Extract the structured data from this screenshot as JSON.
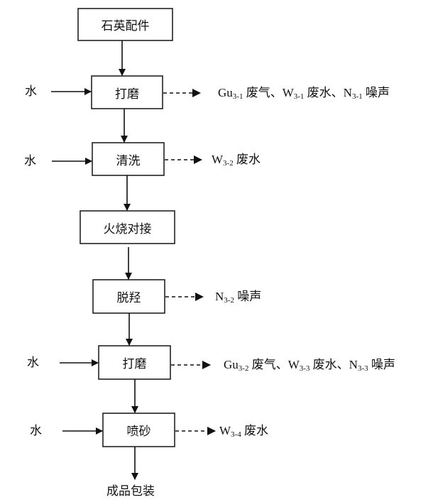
{
  "diagram": {
    "type": "process-flow",
    "steps": [
      {
        "id": "s1",
        "label": "石英配件"
      },
      {
        "id": "s2",
        "label": "打磨"
      },
      {
        "id": "s3",
        "label": "清洗"
      },
      {
        "id": "s4",
        "label": "火烧对接"
      },
      {
        "id": "s5",
        "label": "脱羟"
      },
      {
        "id": "s6",
        "label": "打磨"
      },
      {
        "id": "s7",
        "label": "喷砂"
      }
    ],
    "final_product": "成品包装",
    "inputs": [
      {
        "to": "s2",
        "label": "水"
      },
      {
        "to": "s3",
        "label": "水"
      },
      {
        "to": "s6",
        "label": "水"
      },
      {
        "to": "s7",
        "label": "水"
      }
    ],
    "outputs": [
      {
        "from": "s2",
        "items": [
          {
            "code": "Gu",
            "sub": "3-1",
            "name": "废气"
          },
          {
            "code": "W",
            "sub": "3-1",
            "name": "废水"
          },
          {
            "code": "N",
            "sub": "3-1",
            "name": "噪声"
          }
        ]
      },
      {
        "from": "s3",
        "items": [
          {
            "code": "W",
            "sub": "3-2",
            "name": "废水"
          }
        ]
      },
      {
        "from": "s5",
        "items": [
          {
            "code": "N",
            "sub": "3-2",
            "name": "噪声"
          }
        ]
      },
      {
        "from": "s6",
        "items": [
          {
            "code": "Gu",
            "sub": "3-2",
            "name": "废气"
          },
          {
            "code": "W",
            "sub": "3-3",
            "name": "废水"
          },
          {
            "code": "N",
            "sub": "3-3",
            "name": "噪声"
          }
        ]
      },
      {
        "from": "s7",
        "items": [
          {
            "code": "W",
            "sub": "3-4",
            "name": "废水"
          }
        ]
      }
    ],
    "separator": "、"
  }
}
